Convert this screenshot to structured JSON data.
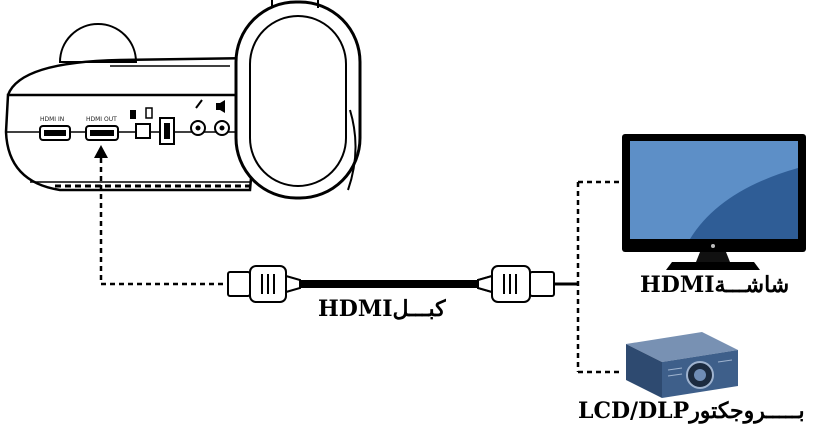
{
  "labels": {
    "cable": "كبـــلHDMI",
    "monitor": "شاشـــةHDMI",
    "projector": "بـــــروجكتورLCD/DLP"
  },
  "ports": {
    "hdmi_in": "HDMI IN",
    "hdmi_out": "HDMI OUT"
  },
  "colors": {
    "screen": "#2f5d96",
    "screen_glare": "#5d8fc7",
    "ink": "#000000",
    "projector_body": "#3e5f8a"
  }
}
